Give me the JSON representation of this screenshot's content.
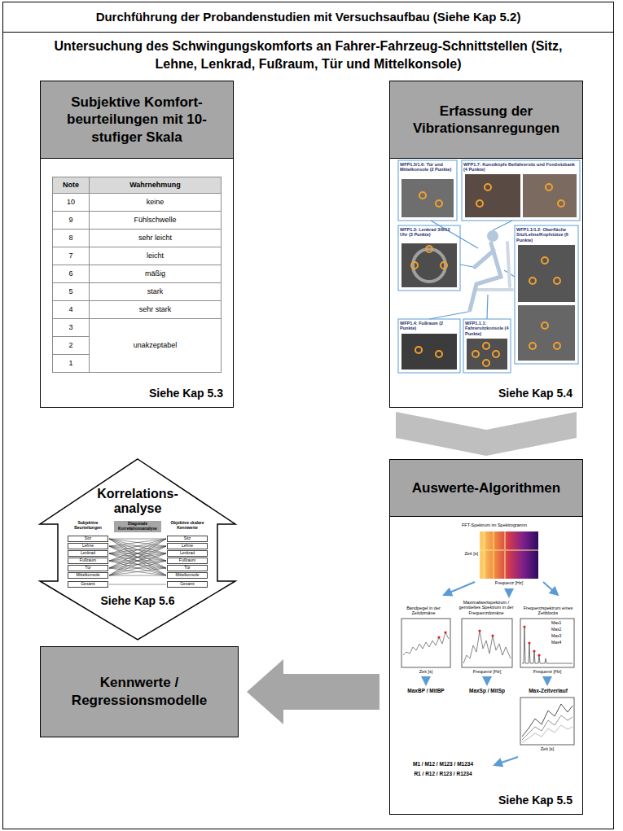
{
  "diagram": {
    "nodes": [
      {
        "text": [
          "Durchführung der Probandenstudien mit Versuchsaufbau (Siehe Kap 5.2)",
          "Untersuchung des Schwingungskomforts an Fahrer-Fahrzeug-Schnittstellen (Sitz, Lehne, Lenkrad, Fußraum, Tür und Mittelkonsole)"
        ]
      },
      {
        "text": [
          "Subjektive Komfort- beurteilungen mit 10- stufiger Skala",
          "Siehe Kap 5.3"
        ],
        "in": 0
      },
      {
        "text": [
          "Erfassung der Vibrationsanregungen",
          "Siehe Kap 5.4"
        ],
        "in": 0
      },
      {
        "text": [
          "Korrelations- analyse",
          "Siehe Kap 5.6"
        ],
        "in": 0
      },
      {
        "text": [
          "Auswerte-Algorithmen",
          "Siehe Kap 5.5"
        ],
        "in": 0
      },
      {
        "text": [
          "Kennwerte / Regressionsmodelle"
        ],
        "in": 0
      }
    ],
    "edges": [
      {
        "from": 2,
        "to": 4,
        "arrow": "to"
      },
      {
        "from": 4,
        "to": 5,
        "arrow": "to"
      }
    ],
    "labels": [
      "Note",
      "Wahrnehmung",
      "10",
      "keine",
      "9",
      "Fühlschwelle",
      "8",
      "sehr leicht",
      "7",
      "leicht",
      "6",
      "mäßig",
      "5",
      "stark",
      "4",
      "sehr stark",
      "3",
      "2",
      "1",
      "unakzeptabel",
      "WFP1.5/1.6: Tür und Mittelkonsole (2 Punkte)",
      "WFP1.7: Kunstköpfe Beifahrersitz und Fondsitzbank (4 Punkte)",
      "WFP1.3: Lenkrad 3/9/12 Uhr (3 Punkte)",
      "WFP1.1/1.2: Oberfläche Sitz/Lehne/Kopfstütze (6 Punkte)",
      "WFP1.4: Fußraum (2 Punkte)",
      "WFP1.1.1: Fahrersitzkonsole (4 Punkte)",
      "FFT-Spektrum im Spektrogramm",
      "Zeit [s]",
      "Frequenz [Hz]",
      "Bandpegel in der Zeitdomäne",
      "Maximalwertspektrum / gemitteltes Spektrum in der Frequenzdomäne",
      "Frequenzspektrum eines Zeitblocks",
      "Zeit [s]",
      "Frequenz [Hz]",
      "Frequenz [Hz]",
      "MaxBP / MitBP",
      "MaxSp / MitSp",
      "Max-Zeitverlauf",
      "Zeit [s]",
      "M1 / M12 / M123 / M1234",
      "R1 / R12 / R123 / R1234",
      "Subjektive Beurteilungen",
      "Diagonale Korrelationsanalyse",
      "Objektive skalare Kennwerte",
      "Sitz",
      "Lehne",
      "Lenkrad",
      "Fußraum",
      "Tür",
      "Mittelkonsole",
      "Gesamt",
      "Sitz",
      "Lehne",
      "Lenkrad",
      "Fußraum",
      "Tür",
      "Mittelkonsole",
      "Gesamt",
      "Max1",
      "Max2",
      "Max3",
      "Max4"
    ]
  }
}
